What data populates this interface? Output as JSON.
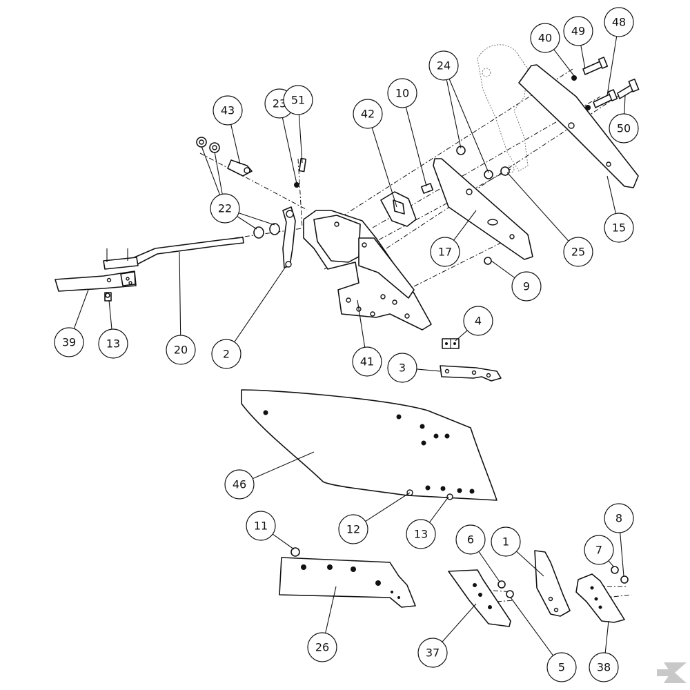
{
  "callouts": [
    {
      "id": "43",
      "label": "43"
    },
    {
      "id": "23",
      "label": "23"
    },
    {
      "id": "51",
      "label": "51"
    },
    {
      "id": "42",
      "label": "42"
    },
    {
      "id": "10",
      "label": "10"
    },
    {
      "id": "24",
      "label": "24"
    },
    {
      "id": "40",
      "label": "40"
    },
    {
      "id": "49",
      "label": "49"
    },
    {
      "id": "48",
      "label": "48"
    },
    {
      "id": "50",
      "label": "50"
    },
    {
      "id": "22",
      "label": "22"
    },
    {
      "id": "15",
      "label": "15"
    },
    {
      "id": "17",
      "label": "17"
    },
    {
      "id": "25",
      "label": "25"
    },
    {
      "id": "9",
      "label": "9"
    },
    {
      "id": "39",
      "label": "39"
    },
    {
      "id": "13a",
      "label": "13"
    },
    {
      "id": "20",
      "label": "20"
    },
    {
      "id": "2",
      "label": "2"
    },
    {
      "id": "41",
      "label": "41"
    },
    {
      "id": "4",
      "label": "4"
    },
    {
      "id": "3",
      "label": "3"
    },
    {
      "id": "46",
      "label": "46"
    },
    {
      "id": "12",
      "label": "12"
    },
    {
      "id": "13b",
      "label": "13"
    },
    {
      "id": "11",
      "label": "11"
    },
    {
      "id": "6",
      "label": "6"
    },
    {
      "id": "1",
      "label": "1"
    },
    {
      "id": "7",
      "label": "7"
    },
    {
      "id": "8",
      "label": "8"
    },
    {
      "id": "26",
      "label": "26"
    },
    {
      "id": "37",
      "label": "37"
    },
    {
      "id": "5",
      "label": "5"
    },
    {
      "id": "38",
      "label": "38"
    }
  ],
  "logo": {
    "icon": "kramp-k-logo-icon"
  }
}
